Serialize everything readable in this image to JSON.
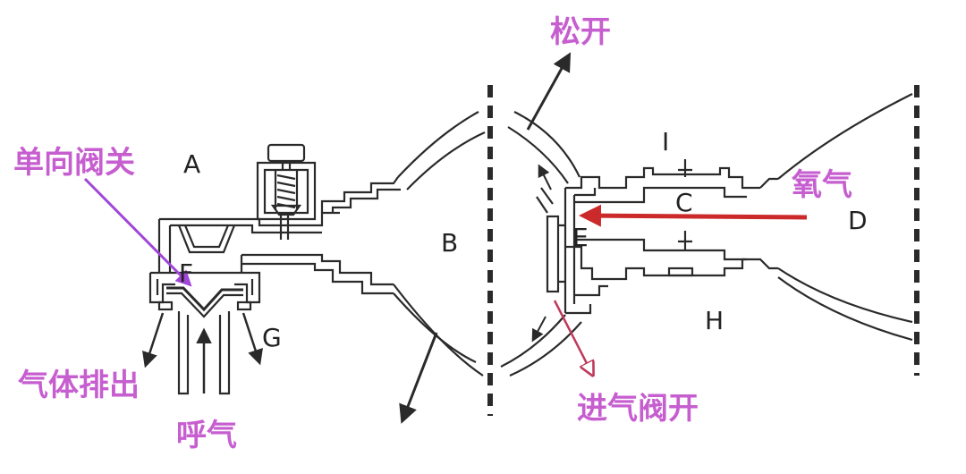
{
  "colors": {
    "line": "#2a2a2a",
    "annotation_pink": "#c65ed0",
    "arrow_violet": "#a046d8",
    "arrow_red": "#cc2a2a",
    "arrow_red_outline": "#c03a5a",
    "text_dark": "#222222"
  },
  "labels": {
    "A": "A",
    "B": "B",
    "C": "C",
    "D": "D",
    "E": "E",
    "F": "F",
    "G": "G",
    "H": "H",
    "I": "I"
  },
  "annotations": {
    "check_valve_closed": "单向阀关",
    "gas_exhaust": "气体排出",
    "exhale": "呼气",
    "release": "松开",
    "oxygen": "氧气",
    "inlet_valve_open": "进气阀开"
  }
}
